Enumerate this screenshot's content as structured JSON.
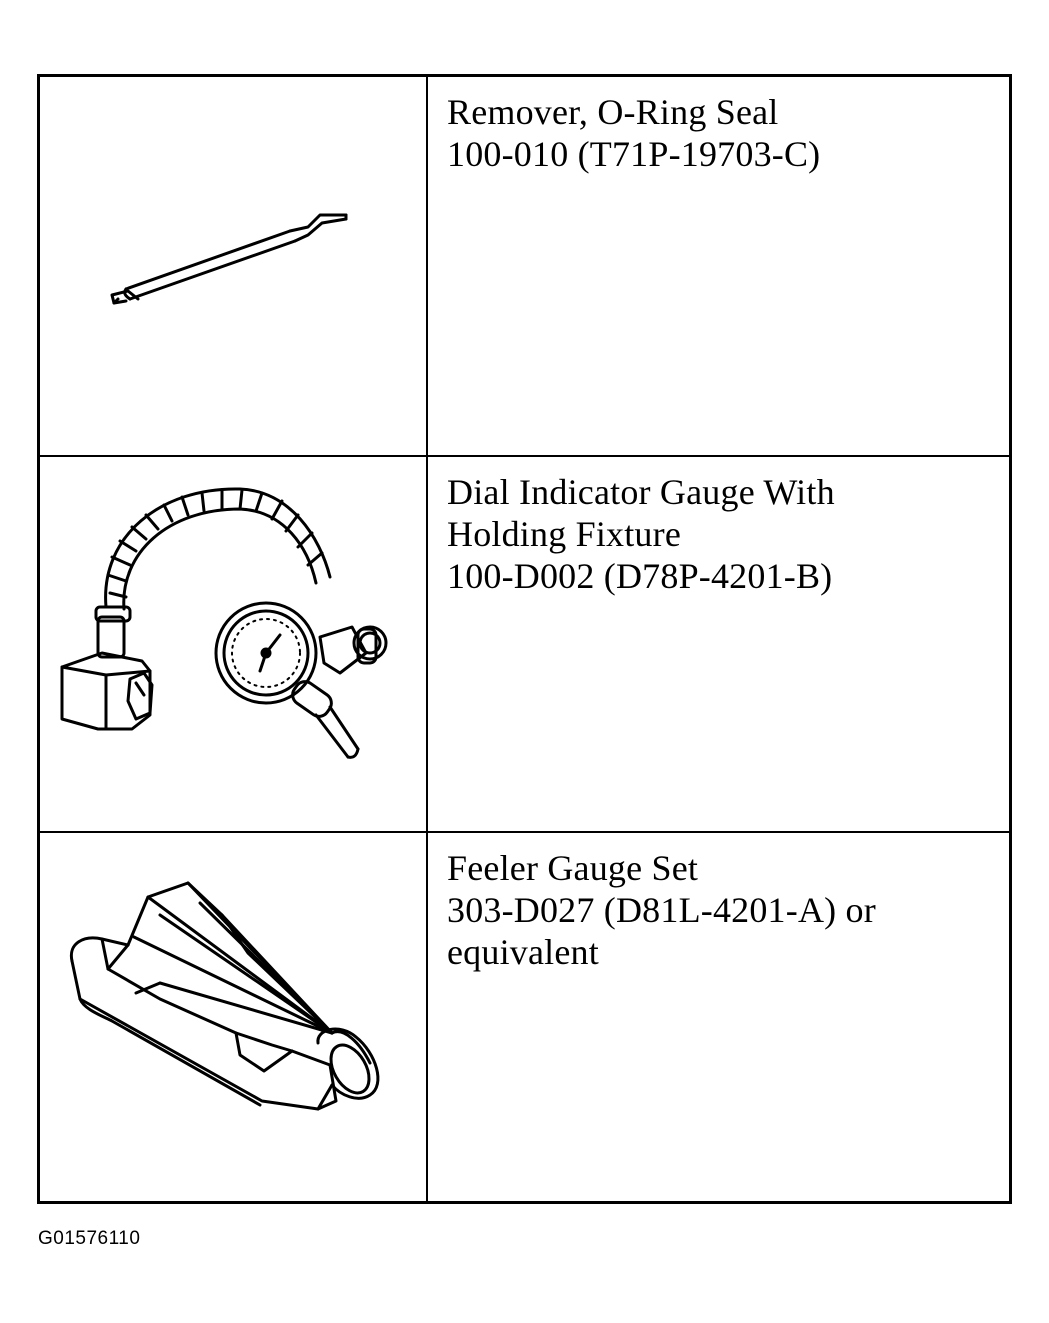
{
  "tools": [
    {
      "illustration": "o-ring-remover-icon",
      "lines": [
        "Remover, O-Ring Seal",
        "100-010 (T71P-19703-C)"
      ]
    },
    {
      "illustration": "dial-indicator-gauge-icon",
      "lines": [
        "Dial Indicator Gauge With",
        "Holding Fixture",
        "100-D002 (D78P-4201-B)"
      ]
    },
    {
      "illustration": "feeler-gauge-set-icon",
      "lines": [
        "Feeler Gauge Set",
        "303-D027 (D81L-4201-A) or",
        "equivalent"
      ]
    }
  ],
  "figure_id": "G01576110"
}
